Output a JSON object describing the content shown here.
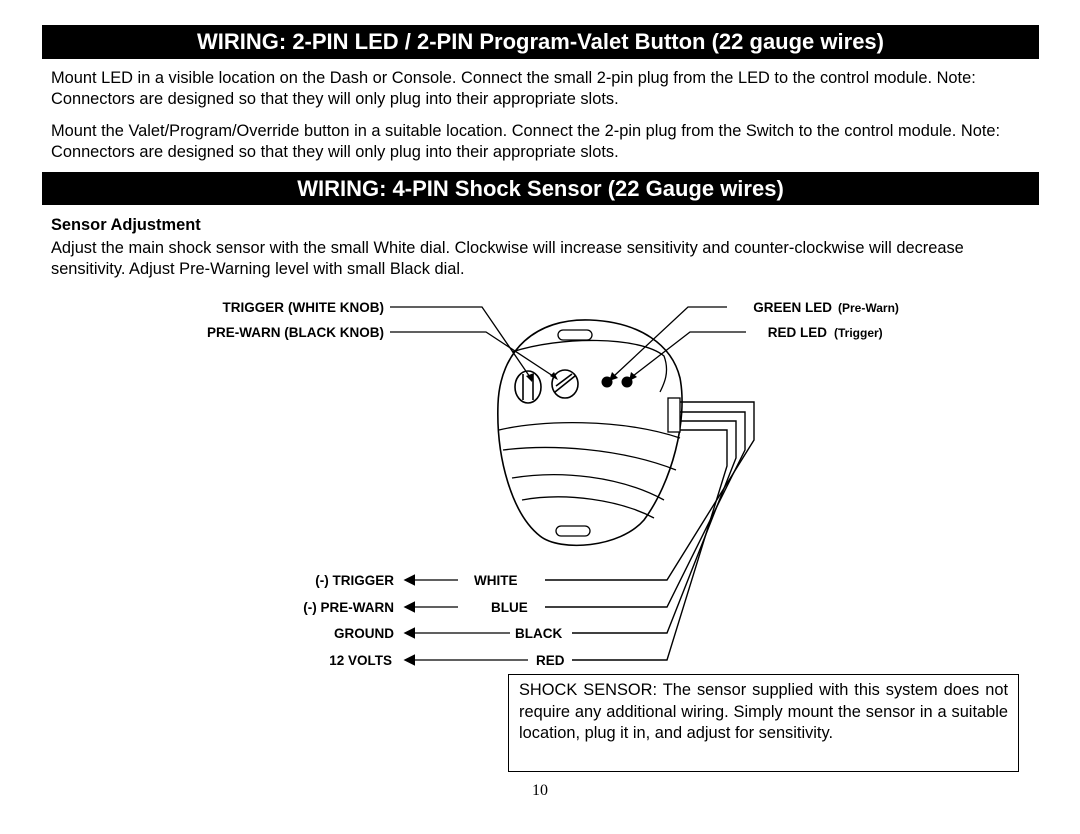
{
  "section1": {
    "title": "WIRING:  2-PIN LED / 2-PIN Program-Valet Button (22 gauge wires)",
    "para1": "Mount LED in a visible location on the Dash or Console.  Connect the small 2-pin plug from the LED to the control module.  Note:  Connectors are designed so that they will only plug into their appropriate slots.",
    "para2": "Mount the Valet/Program/Override button in a suitable location.  Connect the 2-pin plug from the Switch to the control module. Note:  Connectors are designed so that they will only plug into their appropriate slots."
  },
  "section2": {
    "title": "WIRING:  4-PIN Shock Sensor (22 Gauge wires)",
    "subheading": "Sensor Adjustment",
    "para": "Adjust the main shock sensor with the small White dial.  Clockwise will increase sensitivity and counter-clockwise will decrease sensitivity.  Adjust Pre-Warning level with small Black dial."
  },
  "diagram": {
    "knob_labels": {
      "trigger": "TRIGGER",
      "trigger_note": "(WHITE KNOB)",
      "prewarn": "PRE-WARN (BLACK KNOB)"
    },
    "led_labels": {
      "green": "GREEN LED",
      "green_note": "(Pre-Warn)",
      "red": "RED LED",
      "red_note": "(Trigger)"
    },
    "wires": [
      {
        "function": "(-) TRIGGER",
        "color": "WHITE"
      },
      {
        "function": "(-) PRE-WARN",
        "color": "BLUE"
      },
      {
        "function": "GROUND",
        "color": "BLACK"
      },
      {
        "function": "12 VOLTS",
        "color": "RED"
      }
    ]
  },
  "note": "SHOCK SENSOR: The sensor supplied with this system does not require any additional wiring. Simply mount the sensor in a suitable location, plug it in, and adjust for sensitivity.",
  "page_number": "10"
}
